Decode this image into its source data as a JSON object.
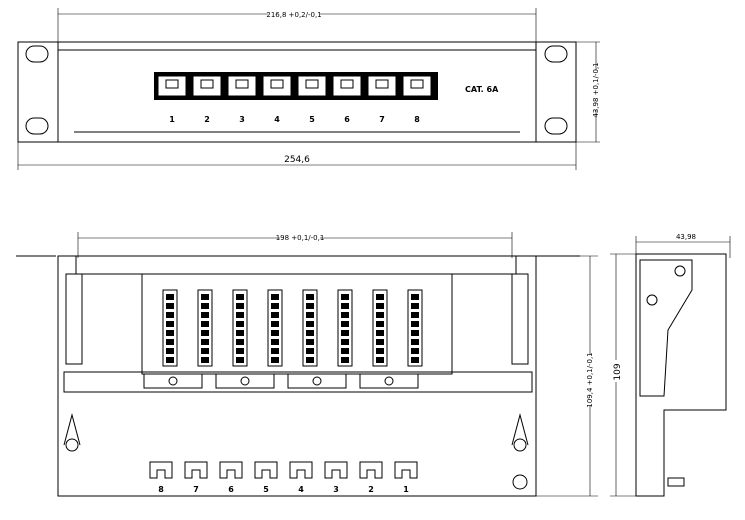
{
  "drawing": {
    "front_view": {
      "width_dim": "216,8 +0,2/-0,1",
      "height_dim": "43,98 +0,1/-0,1",
      "overall_dim": "254,6",
      "label": "CAT. 6A",
      "port_numbers": [
        "1",
        "2",
        "3",
        "4",
        "5",
        "6",
        "7",
        "8"
      ]
    },
    "rear_view": {
      "width_dim": "198 +0,1/-0,1",
      "height_dim": "109,4 +0,1/-0,1",
      "port_numbers": [
        "8",
        "7",
        "6",
        "5",
        "4",
        "3",
        "2",
        "1"
      ]
    },
    "side_view": {
      "depth_dim": "43,98",
      "height_dim": "109"
    }
  }
}
